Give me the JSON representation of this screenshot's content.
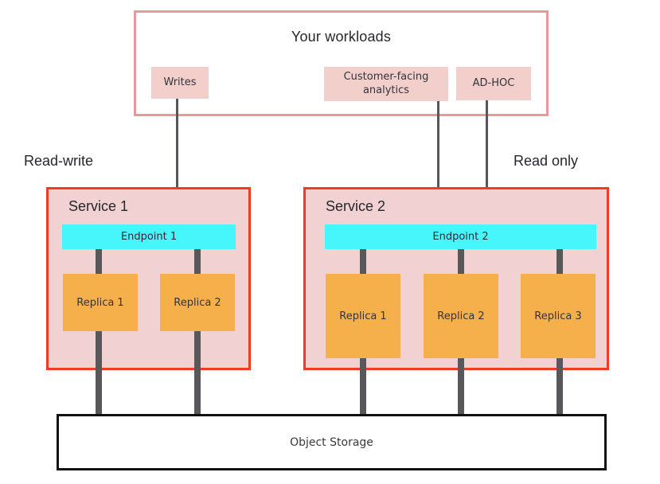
{
  "colors": {
    "workloads_border": "#e89a9a",
    "chip_bg": "#f2cfca",
    "service_border": "#f23b25",
    "service_bg": "#f1d1d1",
    "endpoint_bg": "#47f6fa",
    "replica_bg": "#f5b04b",
    "connector": "#58585a",
    "arrow": "#57575a",
    "storage_border": "#121212",
    "text": "#26262e"
  },
  "workloads": {
    "title": "Your workloads",
    "items": [
      {
        "label": "Writes"
      },
      {
        "label": "Customer-facing analytics"
      },
      {
        "label": "AD-HOC"
      }
    ]
  },
  "labels": {
    "read_write": "Read-write",
    "read_only": "Read only"
  },
  "services": [
    {
      "title": "Service 1",
      "endpoint": "Endpoint 1",
      "replicas": [
        "Replica 1",
        "Replica 2"
      ]
    },
    {
      "title": "Service 2",
      "endpoint": "Endpoint 2",
      "replicas": [
        "Replica 1",
        "Replica 2",
        "Replica 3"
      ]
    }
  ],
  "storage": {
    "label": "Object Storage"
  }
}
